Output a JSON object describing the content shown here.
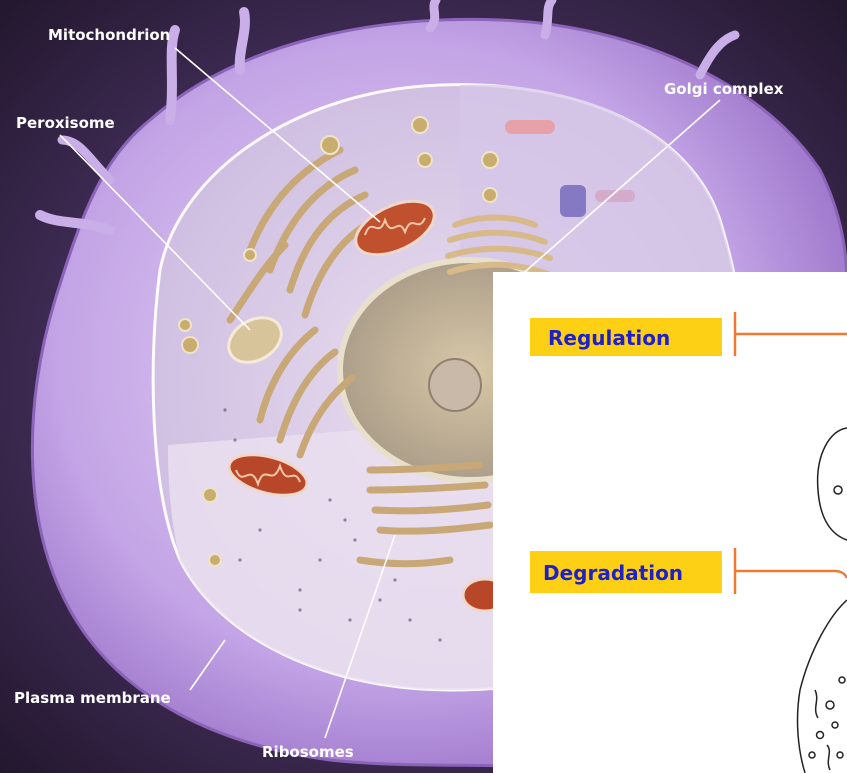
{
  "cell_labels": {
    "mitochondrion": "Mitochondrion",
    "peroxisome": "Peroxisome",
    "golgi": "Golgi complex",
    "plasma_membrane": "Plasma membrane",
    "ribosomes": "Ribosomes"
  },
  "inset": {
    "regulation": "Regulation",
    "degradation": "Degradation"
  },
  "colors": {
    "tag_background": "#fdd015",
    "tag_text": "#2020c8",
    "connector": "#f07830",
    "label_text": "#ffffff",
    "membrane": "#b08ad8"
  }
}
